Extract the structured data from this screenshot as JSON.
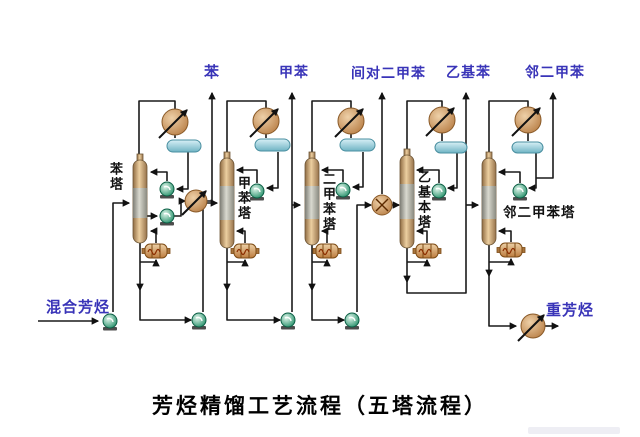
{
  "title": "芳烃精馏工艺流程（五塔流程）",
  "streams": {
    "feed": "混合芳烃",
    "benzene": "苯",
    "toluene": "甲苯",
    "mp_xylene": "间对二甲苯",
    "ethylbenzene": "乙基苯",
    "o_xylene": "邻二甲苯",
    "heavy_aromatics": "重芳烃"
  },
  "towers": [
    {
      "name": "benzene-tower",
      "label": "苯塔"
    },
    {
      "name": "toluene-tower",
      "label": "甲苯塔"
    },
    {
      "name": "xylene-tower",
      "label": "二甲苯塔"
    },
    {
      "name": "ethylbenzene-tower",
      "label": "乙基本塔"
    },
    {
      "name": "o-xylene-tower",
      "label": "邻二甲苯塔"
    }
  ],
  "icons": {
    "condenser": "air-cooler-icon",
    "drum": "reflux-drum-icon",
    "pump": "pump-icon",
    "reboiler": "reboiler-icon",
    "exchanger": "heat-exchanger-icon"
  },
  "colors": {
    "label_blue": "#3934b8",
    "line": "#1a1a1a",
    "tower_tan": "#c9a06c",
    "drum_blue": "#9ccfda",
    "pump_green": "#1e9e6e",
    "cooler_orange": "#c98a4e"
  }
}
